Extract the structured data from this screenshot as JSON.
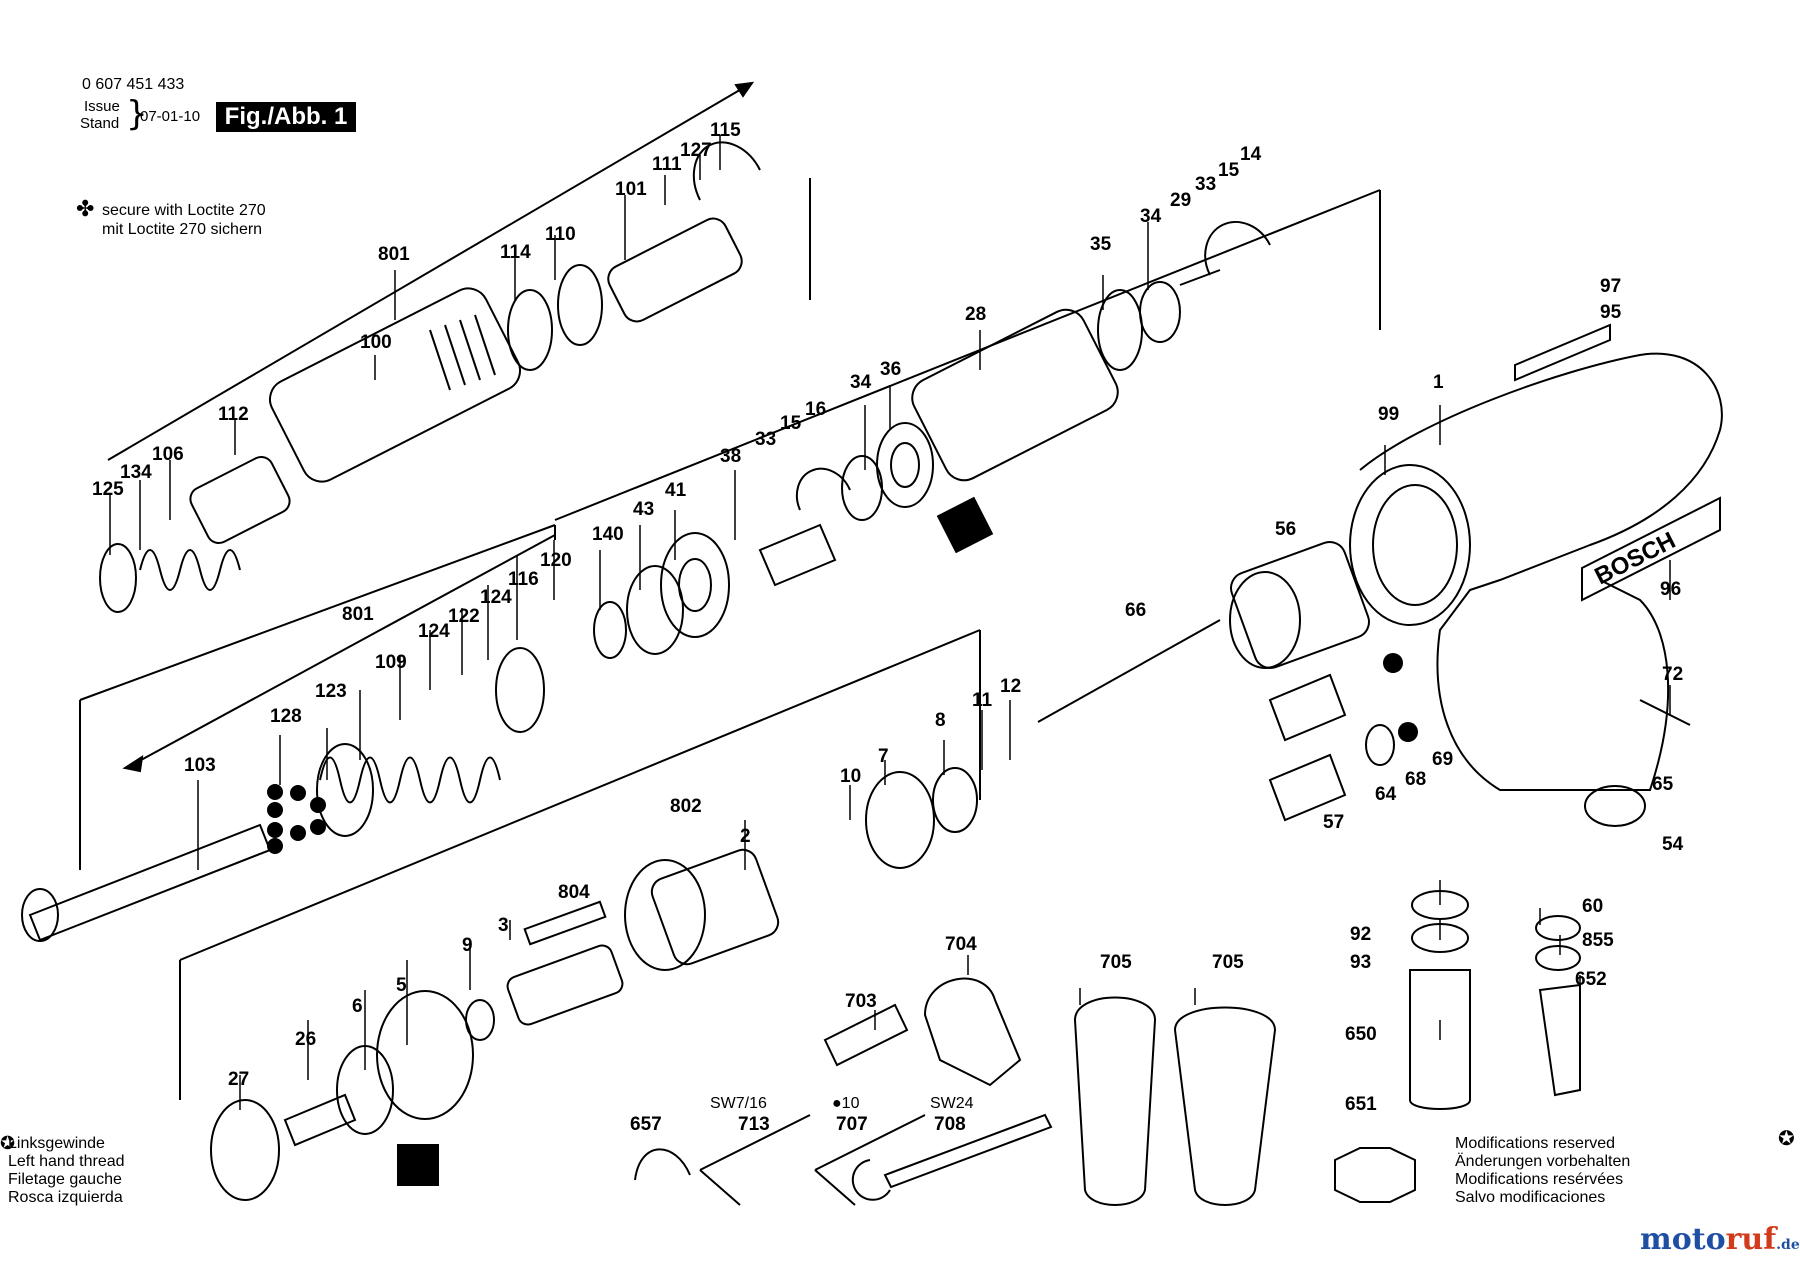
{
  "header": {
    "part_number": "0 607 451 433",
    "issue_label": "Issue",
    "stand_label": "Stand",
    "issue_date": "07-01-10",
    "figure_label": "Fig./Abb. 1"
  },
  "legend_loctite": {
    "symbol": "✤",
    "line1": "secure with Loctite 270",
    "line2": "mit Loctite 270 sichern"
  },
  "legend_left_thread": {
    "symbol": "✪",
    "lines": [
      "Linksgewinde",
      "Left hand thread",
      "Filetage gauche",
      "Rosca izquierda"
    ]
  },
  "modifications": [
    "Modifications reserved",
    "Änderungen vorbehalten",
    "Modifications resérvées",
    "Salvo modificaciones"
  ],
  "brand_text": "BOSCH",
  "tool_annotations": {
    "sw716": "SW7/16",
    "hex10": "●10",
    "sw24": "SW24"
  },
  "part_labels": [
    "115",
    "127",
    "111",
    "101",
    "110",
    "114",
    "801",
    "100",
    "112",
    "106",
    "134",
    "125",
    "14",
    "15",
    "33",
    "29",
    "34",
    "35",
    "28",
    "36",
    "34",
    "16",
    "15",
    "33",
    "38",
    "41",
    "43",
    "140",
    "120",
    "116",
    "124",
    "122",
    "124",
    "109",
    "801",
    "123",
    "128",
    "103",
    "97",
    "95",
    "1",
    "99",
    "56",
    "96",
    "66",
    "72",
    "12",
    "11",
    "8",
    "7",
    "10",
    "2",
    "802",
    "804",
    "3",
    "9",
    "5",
    "6",
    "26",
    "27",
    "704",
    "703",
    "705",
    "705",
    "69",
    "68",
    "64",
    "57",
    "65",
    "54",
    "60",
    "855",
    "652",
    "92",
    "93",
    "650",
    "651",
    "657",
    "713",
    "707",
    "708"
  ],
  "watermark": {
    "part1": "moto",
    "part2": "ruf",
    "part3": ".de"
  }
}
